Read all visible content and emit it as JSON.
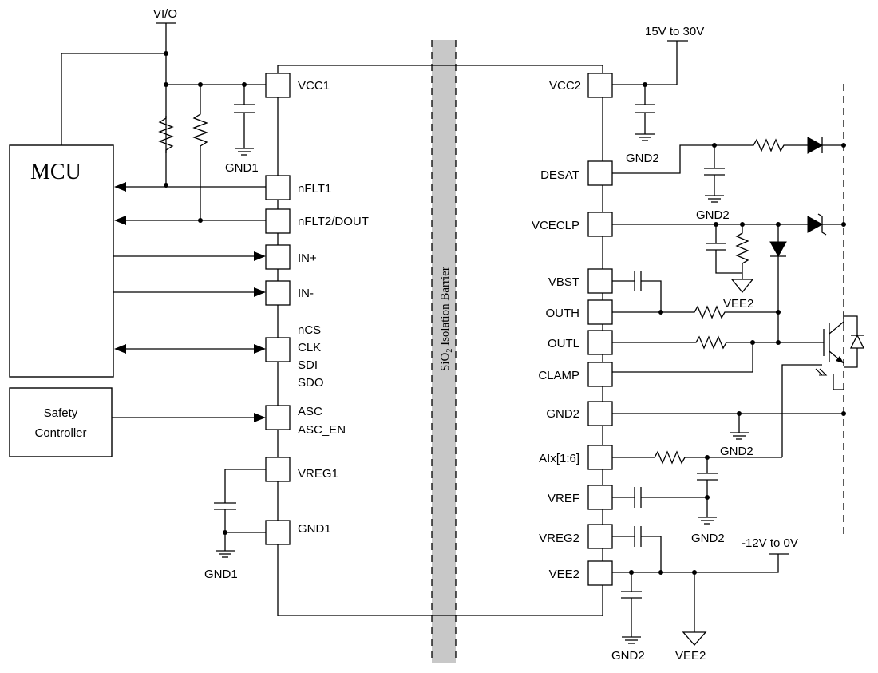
{
  "supplies": {
    "vio": "VI/O",
    "vcc2_supply": "15V to 30V",
    "vee_supply": "-12V to 0V"
  },
  "blocks": {
    "mcu": "MCU",
    "safety_line1": "Safety",
    "safety_line2": "Controller"
  },
  "barrier": {
    "label_pre": "SiO",
    "label_sub": "2",
    "label_post": " Isolation Barrier"
  },
  "left_pins": {
    "vcc1": "VCC1",
    "nflt1": "nFLT1",
    "nflt2": "nFLT2/DOUT",
    "inp": "IN+",
    "inn": "IN-",
    "ncs": "nCS",
    "clk": "CLK",
    "sdi": "SDI",
    "sdo": "SDO",
    "asc": "ASC",
    "asc_en": "ASC_EN",
    "vreg1": "VREG1",
    "gnd1": "GND1"
  },
  "right_pins": {
    "vcc2": "VCC2",
    "desat": "DESAT",
    "vceclp": "VCECLP",
    "vbst": "VBST",
    "outh": "OUTH",
    "outl": "OUTL",
    "clamp": "CLAMP",
    "gnd2": "GND2",
    "aix": "AIx[1:6]",
    "vref": "VREF",
    "vreg2": "VREG2",
    "vee2": "VEE2"
  },
  "net_labels": {
    "gnd1_top": "GND1",
    "gnd1_bottom": "GND1",
    "gnd2_vcc2": "GND2",
    "gnd2_desat": "GND2",
    "vee2_vceclp": "VEE2",
    "gnd2_gndpin": "GND2",
    "gnd2_vref": "GND2",
    "gnd2_bottom": "GND2",
    "vee2_bottom": "VEE2"
  }
}
